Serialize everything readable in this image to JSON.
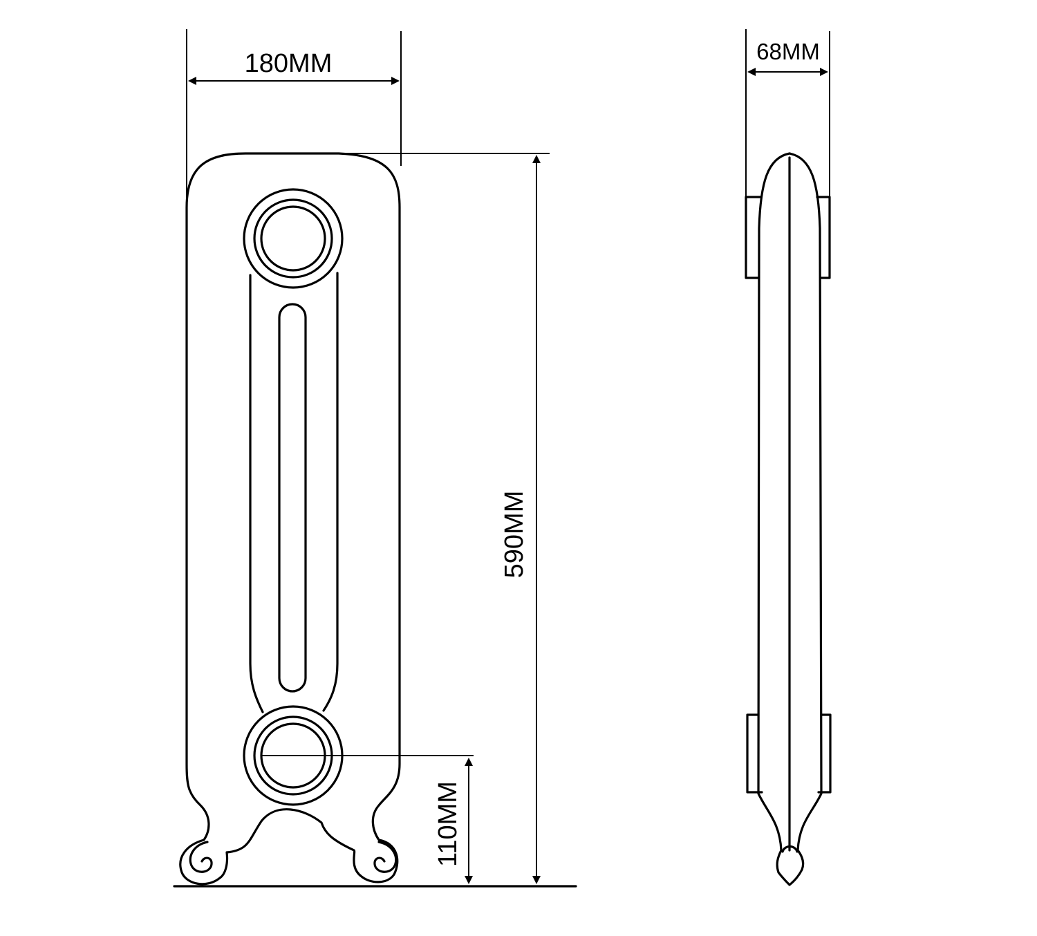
{
  "dimensions": {
    "width": "180MM",
    "depth": "68MM",
    "height": "590MM",
    "pipe_height": "110MM"
  },
  "colors": {
    "stroke": "#000000",
    "background": "#ffffff"
  }
}
